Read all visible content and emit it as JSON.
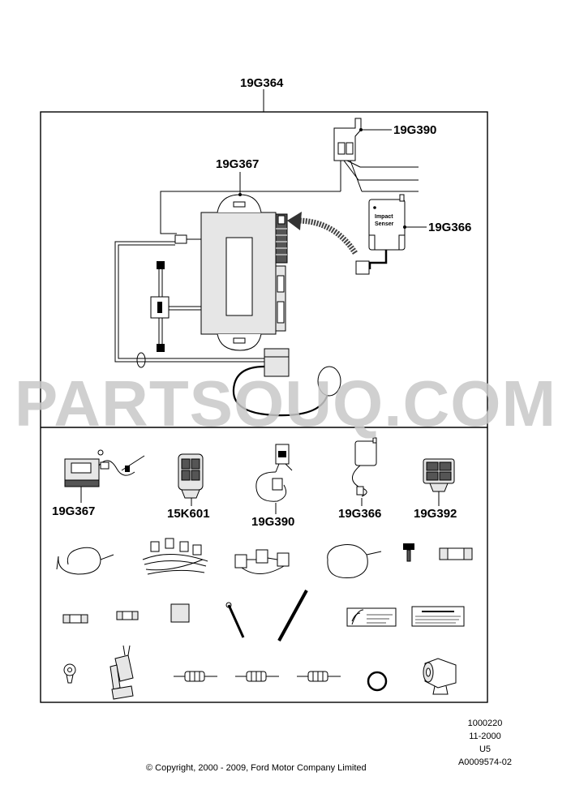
{
  "labels": {
    "kit": "19G364",
    "connector": "19G390",
    "module": "19G367",
    "impact_sensor": "19G366",
    "sensor_text_line1": "Impact",
    "sensor_text_line2": "Senser"
  },
  "parts_row": [
    {
      "label": "19G367"
    },
    {
      "label": "15K601"
    },
    {
      "label": "19G390"
    },
    {
      "label": "19G366"
    },
    {
      "label": "19G392"
    }
  ],
  "watermark": "PARTSOUQ.COM",
  "footer": {
    "code1": "1000220",
    "code2": "11-2000",
    "code3": "U5",
    "code4": "A0009574-02",
    "copyright": "© Copyright, 2000 - 2009, Ford Motor Company Limited"
  }
}
